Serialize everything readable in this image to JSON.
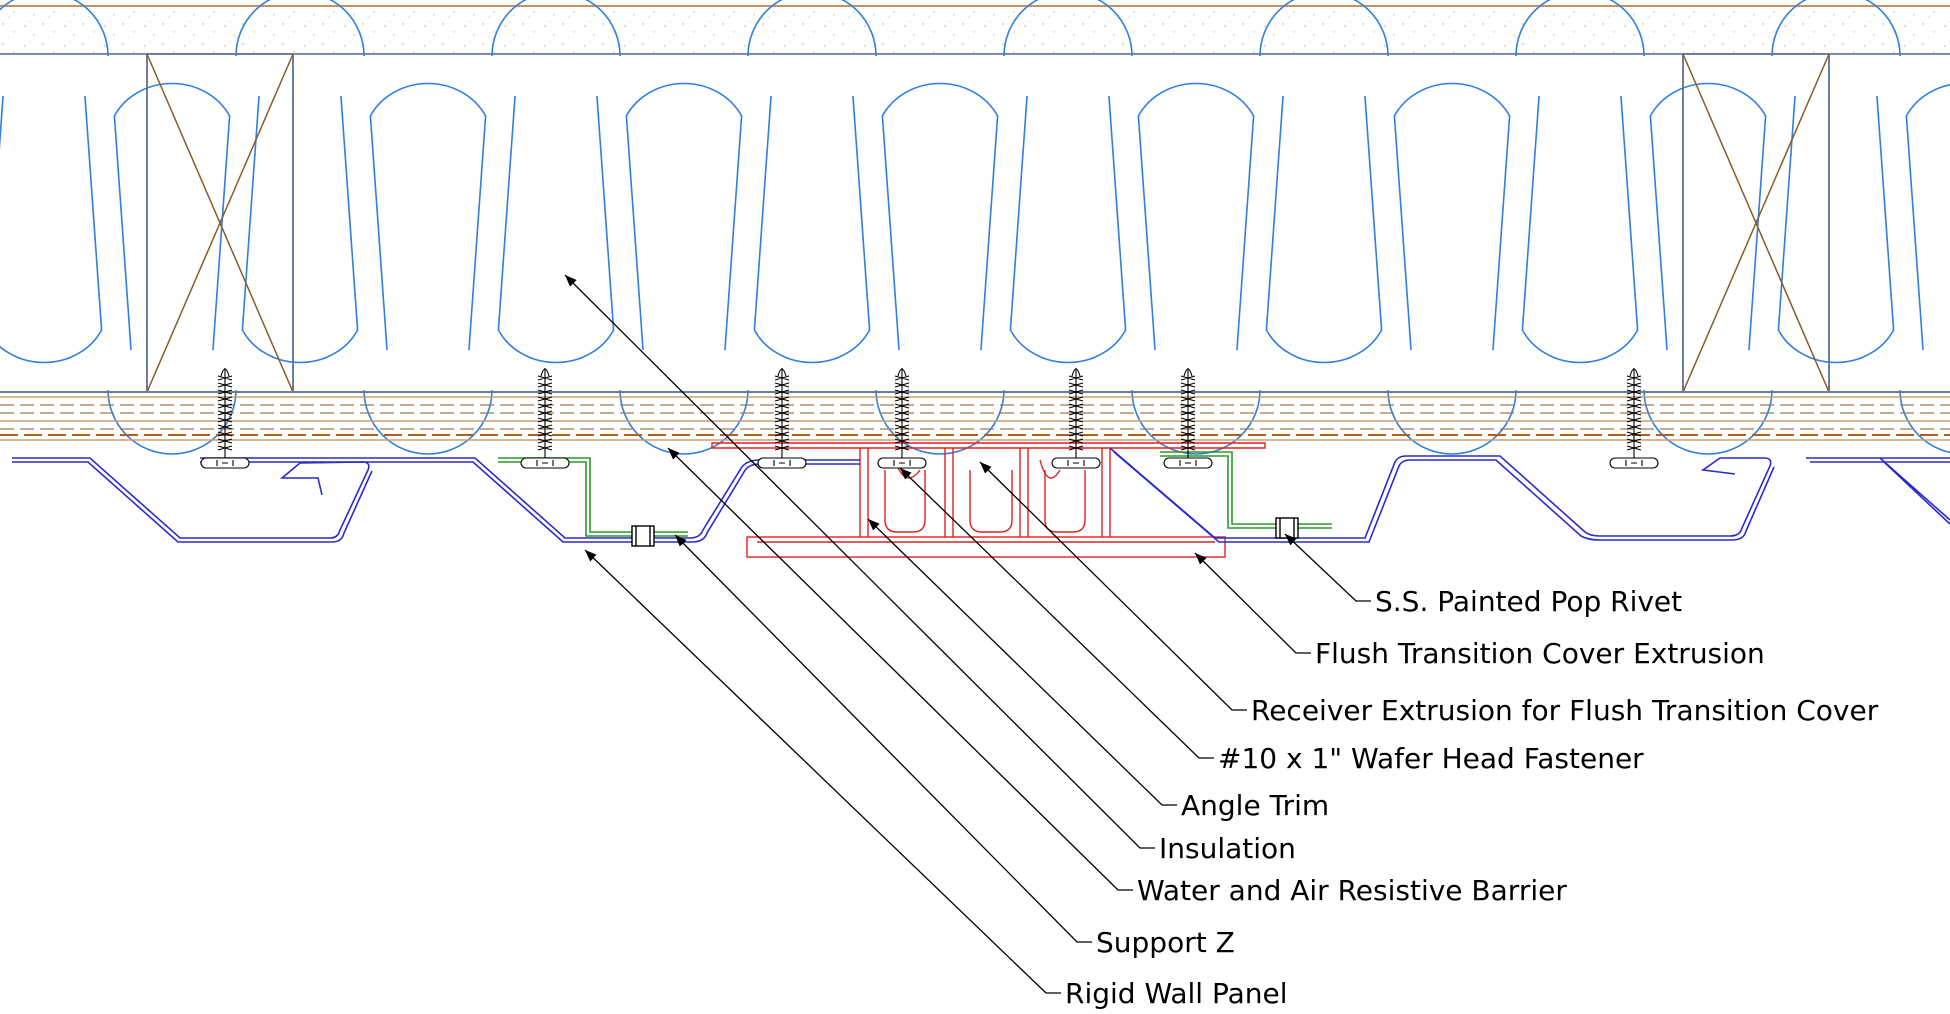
{
  "callouts": [
    {
      "id": "pop-rivet",
      "label": "S.S. Painted Pop Rivet"
    },
    {
      "id": "flush-cover",
      "label": "Flush Transition Cover Extrusion"
    },
    {
      "id": "receiver",
      "label": "Receiver Extrusion for Flush Transition Cover"
    },
    {
      "id": "fastener",
      "label": "#10 x 1\" Wafer Head Fastener"
    },
    {
      "id": "angle-trim",
      "label": "Angle Trim"
    },
    {
      "id": "insulation",
      "label": "Insulation"
    },
    {
      "id": "barrier",
      "label": "Water and Air Resistive Barrier"
    },
    {
      "id": "support-z",
      "label": "Support Z"
    },
    {
      "id": "panel",
      "label": "Rigid Wall Panel"
    }
  ],
  "colors": {
    "insulation": "#2f7fe0",
    "stud": "#8b5a2b",
    "panel": "#2a2ad0",
    "support_z": "#2a9a2a",
    "extrusion": "#e02020",
    "sheathing": "#c8a070",
    "leader": "#000000"
  }
}
